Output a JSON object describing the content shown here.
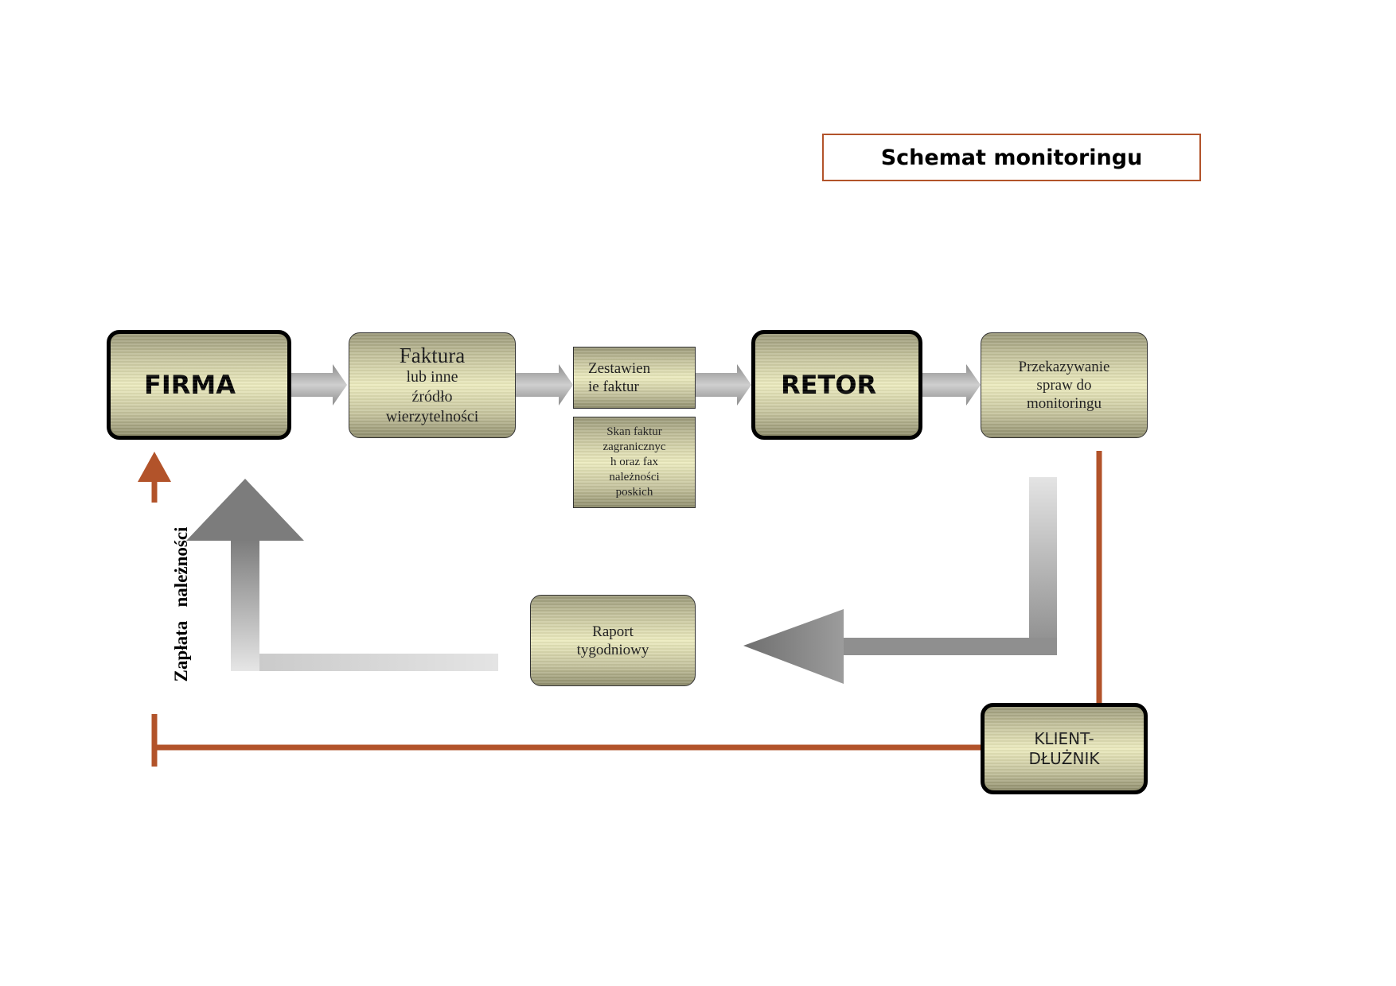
{
  "title": "Schemat monitoringu",
  "nodes": {
    "firma": "FIRMA",
    "faktura": {
      "line1": "Faktura",
      "line2": "lub inne",
      "line3": "źródło",
      "line4": "wierzytelności"
    },
    "zestawienie": {
      "line1": "Zestawien",
      "line2": "ie faktur"
    },
    "skan": {
      "line1": "Skan faktur",
      "line2": "zagranicznyc",
      "line3": "h oraz fax",
      "line4": "należności",
      "line5": "poskich"
    },
    "retor": "RETOR",
    "przekazywanie": {
      "line1": "Przekazywanie",
      "line2": "spraw do",
      "line3": "monitoringu"
    },
    "raport": {
      "line1": "Raport",
      "line2": "tygodniowy"
    },
    "klient": {
      "line1": "KLIENT-",
      "line2": "DŁUŻNIK"
    }
  },
  "payment_label": "Zapłata   należności",
  "colors": {
    "accent": "#b2532a",
    "node_fill": "#ecebbe",
    "arrow_gray": "#a6a6a6"
  }
}
